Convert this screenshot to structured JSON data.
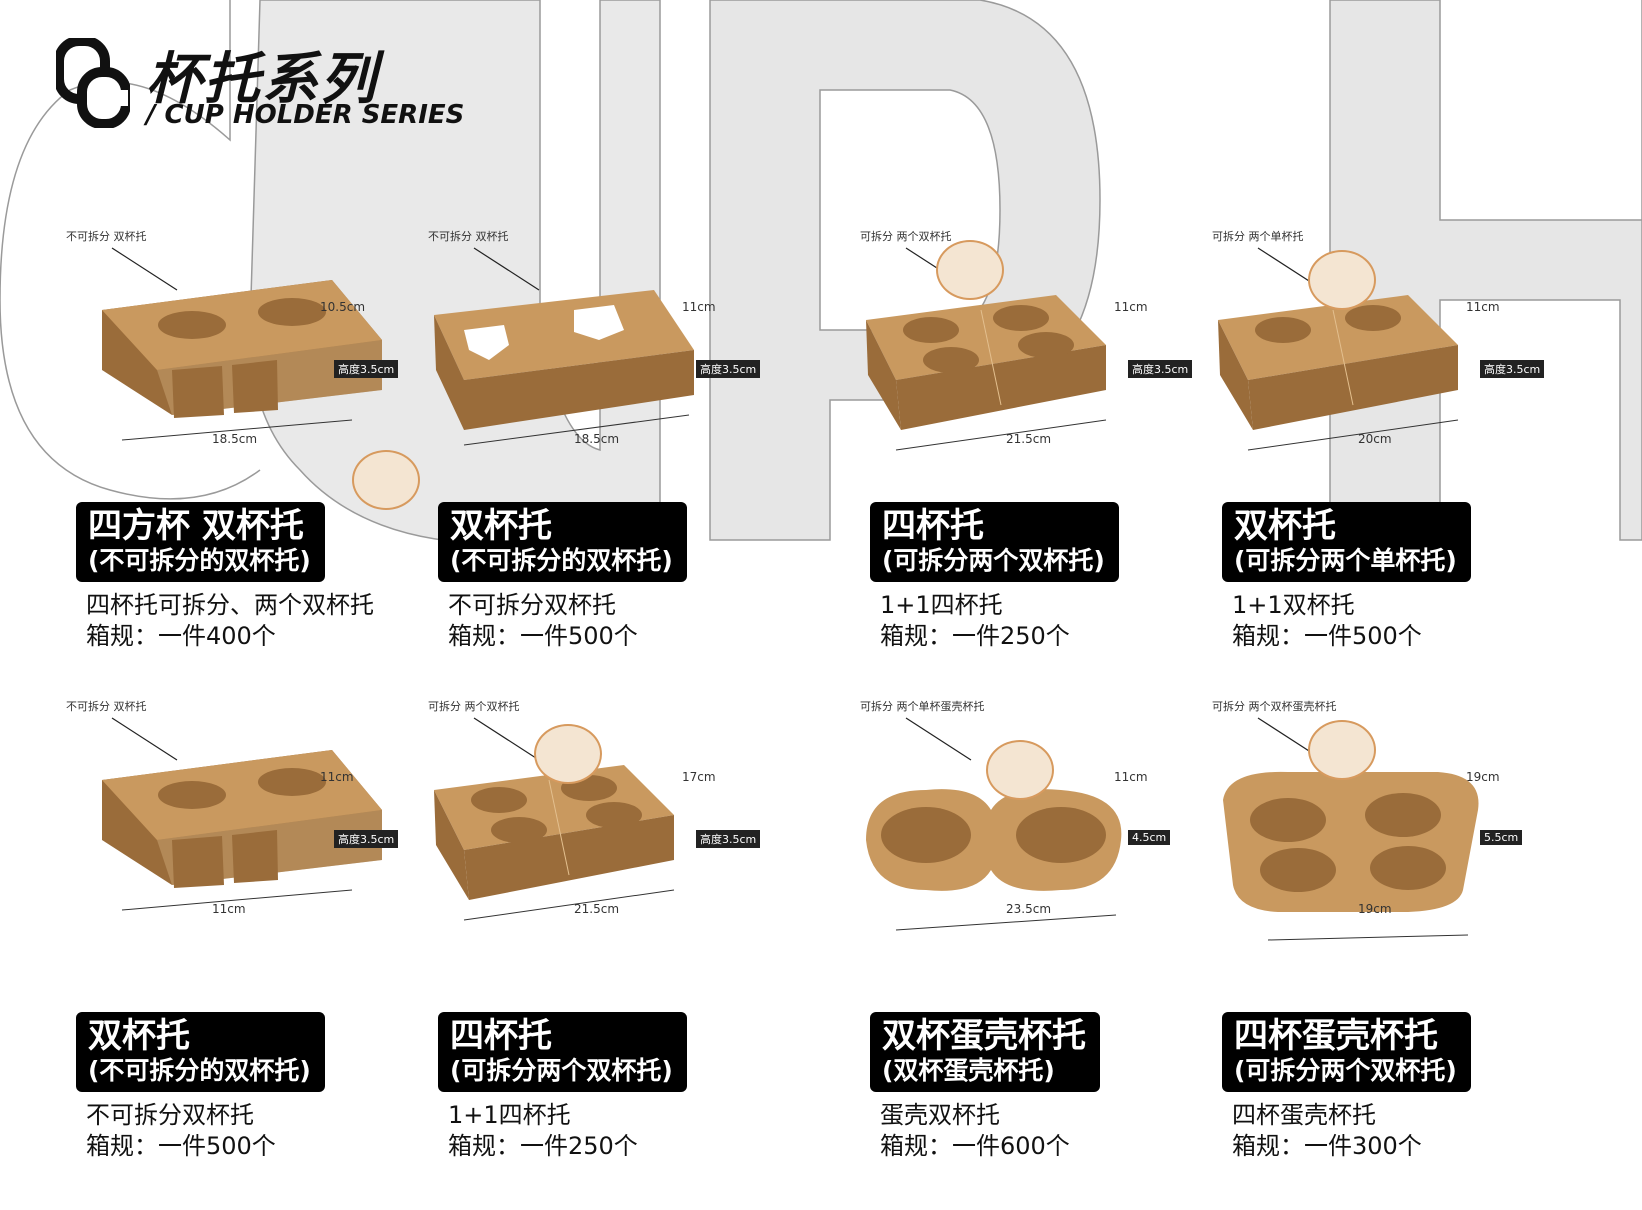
{
  "header": {
    "title": "杯托系列",
    "subtitle": "/ CUP HOLDER SERIES"
  },
  "products": [
    {
      "callout": "不可拆分 双杯托",
      "dim_width": "18.5cm",
      "dim_depth": "10.5cm",
      "dim_height": "高度3.5cm",
      "label": "四方杯 双杯托",
      "sublabel": "(不可拆分的双杯托)",
      "desc1": "四杯托可拆分、两个双杯托",
      "desc2": "箱规：一件400个"
    },
    {
      "callout": "不可拆分 双杯托",
      "dim_width": "18.5cm",
      "dim_depth": "11cm",
      "dim_height": "高度3.5cm",
      "label": "双杯托",
      "sublabel": "(不可拆分的双杯托)",
      "desc1": "不可拆分双杯托",
      "desc2": "箱规：一件500个"
    },
    {
      "callout": "可拆分 两个双杯托",
      "dim_width": "21.5cm",
      "dim_depth": "11cm",
      "dim_height": "高度3.5cm",
      "label": "四杯托",
      "sublabel": "(可拆分两个双杯托)",
      "desc1": "1+1四杯托",
      "desc2": "箱规：一件250个"
    },
    {
      "callout": "可拆分 两个单杯托",
      "dim_width": "20cm",
      "dim_depth": "11cm",
      "dim_height": "高度3.5cm",
      "label": "双杯托",
      "sublabel": "(可拆分两个单杯托)",
      "desc1": "1+1双杯托",
      "desc2": "箱规：一件500个"
    },
    {
      "callout": "不可拆分 双杯托",
      "dim_width": "11cm",
      "dim_depth": "11cm",
      "dim_height": "高度3.5cm",
      "label": "双杯托",
      "sublabel": "(不可拆分的双杯托)",
      "desc1": "不可拆分双杯托",
      "desc2": "箱规：一件500个"
    },
    {
      "callout": "可拆分 两个双杯托",
      "dim_width": "21.5cm",
      "dim_depth": "17cm",
      "dim_height": "高度3.5cm",
      "label": "四杯托",
      "sublabel": "(可拆分两个双杯托)",
      "desc1": "1+1四杯托",
      "desc2": "箱规：一件250个"
    },
    {
      "callout": "可拆分 两个单杯蛋壳杯托",
      "dim_width": "23.5cm",
      "dim_depth": "11cm",
      "dim_height": "4.5cm",
      "label": "双杯蛋壳杯托",
      "sublabel": "(双杯蛋壳杯托)",
      "desc1": "蛋壳双杯托",
      "desc2": "箱规：一件600个"
    },
    {
      "callout": "可拆分 两个双杯蛋壳杯托",
      "dim_width": "19cm",
      "dim_depth": "19cm",
      "dim_height": "5.5cm",
      "label": "四杯蛋壳杯托",
      "sublabel": "(可拆分两个双杯托)",
      "desc1": "四杯蛋壳杯托",
      "desc2": "箱规：一件300个"
    }
  ],
  "colors": {
    "kraft": "#c9995f",
    "kraft_dark": "#9a6c3a",
    "kraft_light": "#e3bf8e",
    "label_bg": "#000000",
    "bg_letter_fill": "#e6e6e6",
    "bg_letter_stroke": "#9a9a9a"
  }
}
